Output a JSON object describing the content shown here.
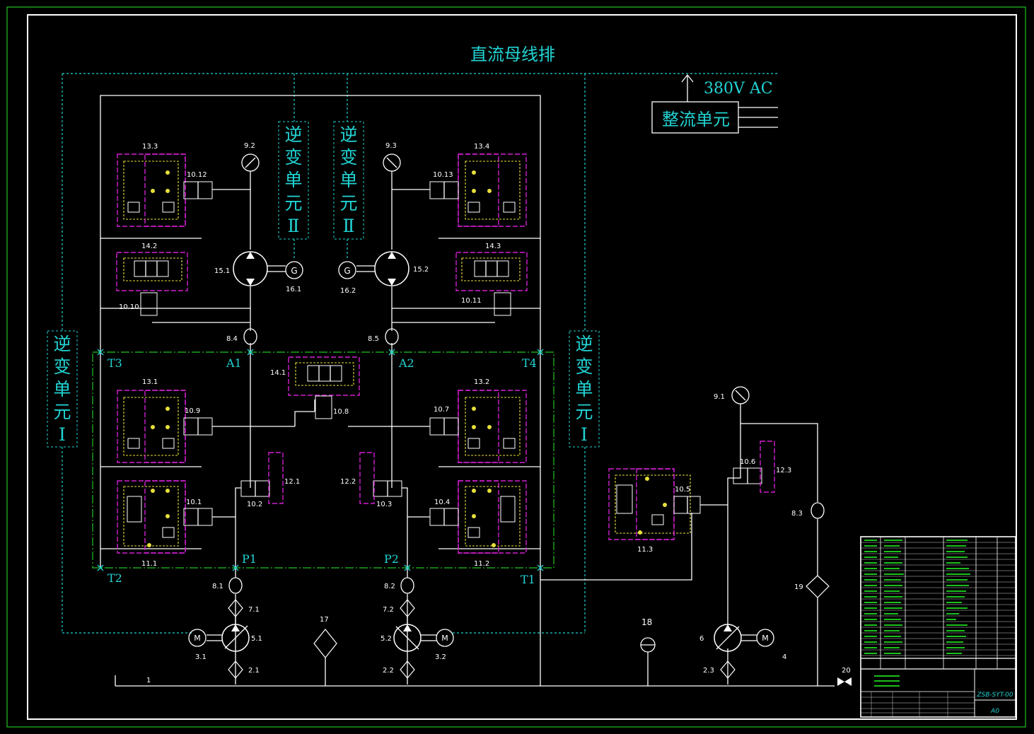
{
  "title": "直流母线排",
  "supply_label": "380V AC",
  "rectifier_label": "整流单元",
  "inverter_top_left": "逆变单元Ⅱ",
  "inverter_top_right": "逆变单元Ⅱ",
  "inverter_left": "逆变单元Ⅰ",
  "inverter_right": "逆变单元Ⅰ",
  "ports": {
    "T1": "T1",
    "T2": "T2",
    "T3": "T3",
    "T4": "T4",
    "A1": "A1",
    "A2": "A2",
    "P1": "P1",
    "P2": "P2"
  },
  "labels": {
    "v13_3": "13.3",
    "v13_4": "13.4",
    "v13_1": "13.1",
    "v13_2": "13.2",
    "v10_12": "10.12",
    "v10_13": "10.13",
    "v10_9": "10.9",
    "v10_7": "10.7",
    "v10_1": "10.1",
    "v10_4": "10.4",
    "v10_2": "10.2",
    "v10_3": "10.3",
    "v10_10": "10.10",
    "v10_11": "10.11",
    "v10_8": "10.8",
    "v10_5": "10.5",
    "v10_6": "10.6",
    "v14_1": "14.1",
    "v14_2": "14.2",
    "v14_3": "14.3",
    "v12_1": "12.1",
    "v12_2": "12.2",
    "v12_3": "12.3",
    "v11_1": "11.1",
    "v11_2": "11.2",
    "v11_3": "11.3",
    "g9_1": "9.1",
    "g9_2": "9.2",
    "g9_3": "9.3",
    "m15_1": "15.1",
    "m15_2": "15.2",
    "gen16_1": "16.1",
    "gen16_2": "16.2",
    "f8_1": "8.1",
    "f8_2": "8.2",
    "f8_3": "8.3",
    "f8_4": "8.4",
    "f8_5": "8.5",
    "f7_1": "7.1",
    "f7_2": "7.2",
    "p5_1": "5.1",
    "p5_2": "5.2",
    "m3_1": "3.1",
    "m3_2": "3.2",
    "f2_1": "2.1",
    "f2_2": "2.2",
    "f2_3": "2.3",
    "n17": "17",
    "n18": "18",
    "n19": "19",
    "n20": "20",
    "n6": "6",
    "n4": "4",
    "n1": "1",
    "M": "M",
    "G": "G"
  },
  "title_block": {
    "drawing_no": "ZSB-SYT-00",
    "sheet_size": "A0"
  }
}
